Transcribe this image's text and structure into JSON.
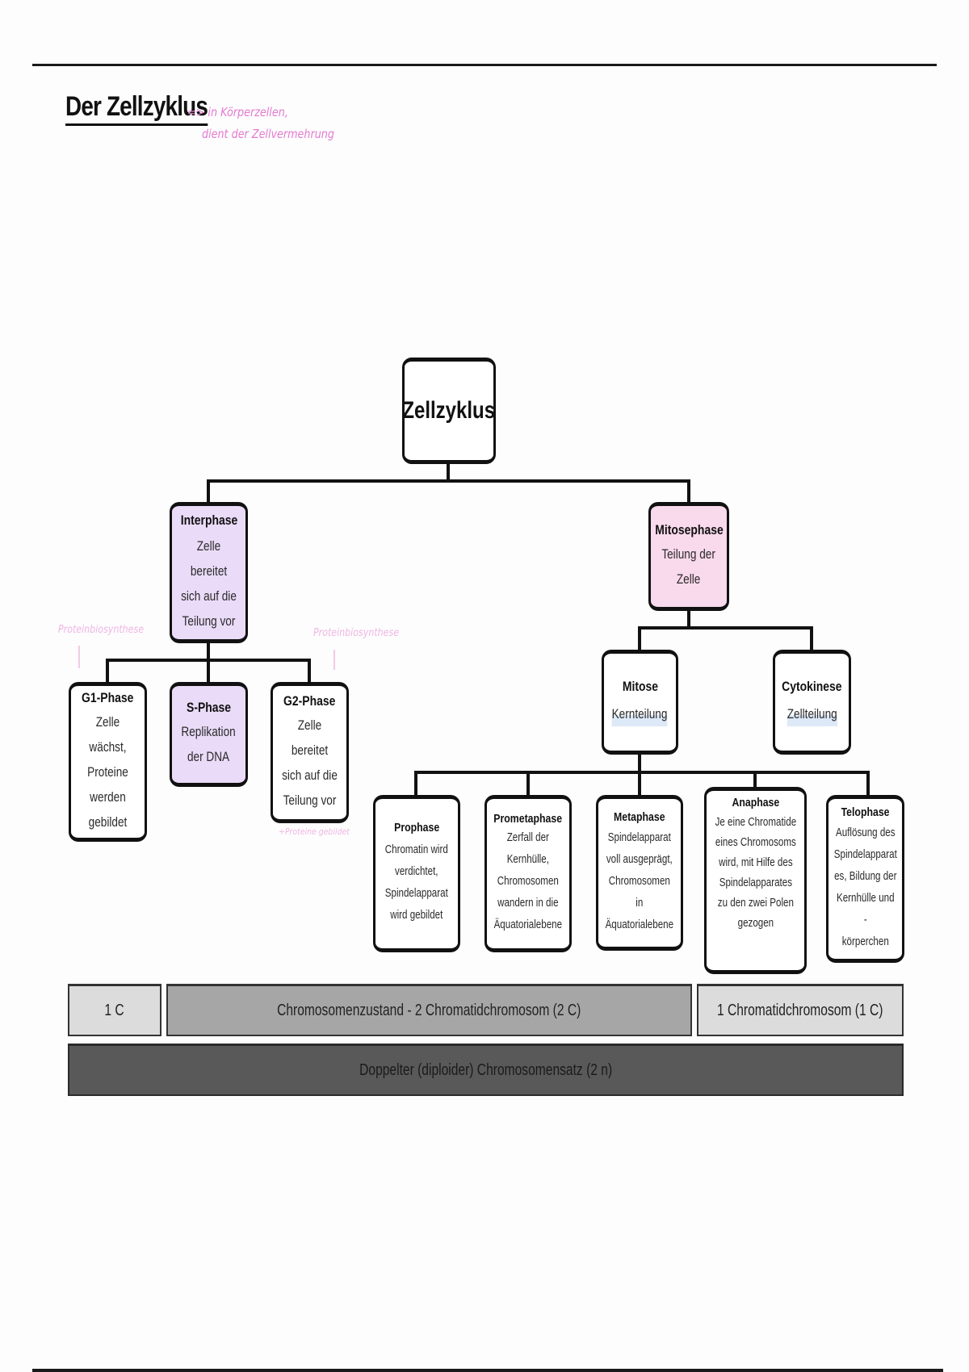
{
  "page": {
    "title": "Der Zellzyklus",
    "annotation_line1": "=> in Körperzellen,",
    "annotation_line2": "dient der Zellvermehrung"
  },
  "colors": {
    "interphase_fill": "#eadbf8",
    "mitosephase_fill": "#f9d9ec",
    "annotation_pink": "#e57ad0",
    "bar_light": "#dcdcdc",
    "bar_mid": "#a6a6a6",
    "bar_dark": "#595959"
  },
  "diagram": {
    "root": {
      "title": "Zellzyklus"
    },
    "interphase": {
      "title": "Interphase",
      "desc": "Zelle bereitet\nsich auf die\nTeilung vor"
    },
    "mitosephase": {
      "title": "Mitosephase",
      "desc": "Teilung der\nZelle"
    },
    "g1": {
      "title": "G1-Phase",
      "desc": "Zelle wächst,\nProteine\nwerden\ngebildet"
    },
    "s": {
      "title": "S-Phase",
      "desc": "Replikation\nder DNA"
    },
    "g2": {
      "title": "G2-Phase",
      "desc": "Zelle bereitet\nsich auf die\nTeilung vor"
    },
    "mitose": {
      "title": "Mitose",
      "desc": "Kernteilung"
    },
    "cytokinese": {
      "title": "Cytokinese",
      "desc": "Zellteilung"
    },
    "prophase": {
      "title": "Prophase",
      "desc": "Chromatin wird\nverdichtet,\nSpindelapparat\nwird gebildet"
    },
    "prometaphase": {
      "title": "Prometaphase",
      "desc": "Zerfall der\nKernhülle,\nChromosomen\nwandern in die\nÄquatorialebene"
    },
    "metaphase": {
      "title": "Metaphase",
      "desc": "Spindelapparat\nvoll ausgeprägt,\nChromosomen in\nÄquatorialebene"
    },
    "anaphase": {
      "title": "Anaphase",
      "desc": "Je eine Chromatide\neines Chromosoms\nwird, mit Hilfe des\nSpindelapparates\nzu den zwei Polen\ngezogen"
    },
    "telophase": {
      "title": "Telophase",
      "desc": "Auflösung des\nSpindelapparat\nes, Bildung der\nKernhülle und -\nkörperchen"
    }
  },
  "notes": {
    "g1_note": "Proteinbiosynthese",
    "g2_note": "Proteinbiosynthese",
    "g2_below": "+Proteine gebildet"
  },
  "bars": {
    "c1": "1 C",
    "c2": "Chromosomenzustand - 2 Chromatidchromosom (2 C)",
    "c3": "1 Chromatidchromosom (1 C)",
    "ploidy": "Doppelter (diploider) Chromosomensatz (2 n)"
  }
}
